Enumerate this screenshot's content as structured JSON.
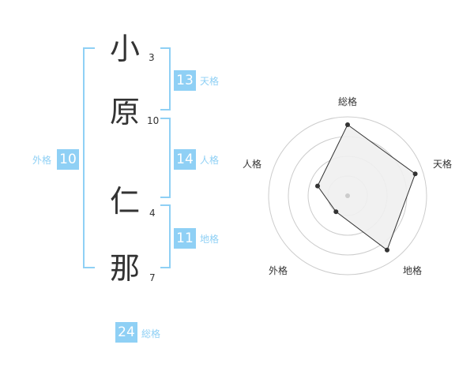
{
  "name": {
    "characters": [
      {
        "char": "小",
        "strokes": "3"
      },
      {
        "char": "原",
        "strokes": "10"
      },
      {
        "char": "仁",
        "strokes": "4"
      },
      {
        "char": "那",
        "strokes": "7"
      }
    ]
  },
  "kakusu": {
    "tenkaku": {
      "value": "13",
      "label": "天格"
    },
    "jinkaku": {
      "value": "14",
      "label": "人格"
    },
    "chikaku": {
      "value": "11",
      "label": "地格"
    },
    "gaikaku": {
      "value": "10",
      "label": "外格"
    },
    "soukaku": {
      "value": "24",
      "label": "総格"
    }
  },
  "chart_data": {
    "type": "radar",
    "axes": [
      "総格",
      "天格",
      "地格",
      "外格",
      "人格"
    ],
    "values": [
      0.9,
      0.9,
      0.85,
      0.25,
      0.4
    ],
    "range": [
      0,
      1
    ],
    "rings": 4,
    "colors": {
      "grid": "#cccccc",
      "fill": "#f0f0f0",
      "line": "#333333",
      "center": "#cccccc"
    }
  }
}
